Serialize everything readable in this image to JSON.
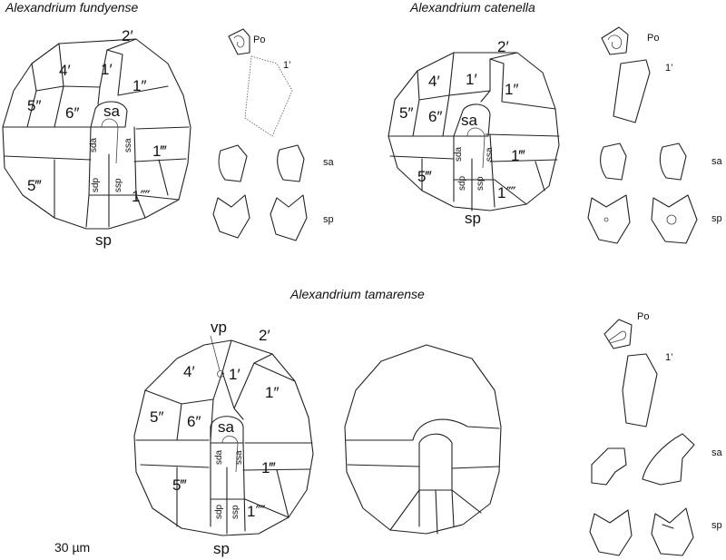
{
  "titles": {
    "fundyense": "Alexandrium fundyense",
    "catenella": "Alexandrium catenella",
    "tamarense": "Alexandrium tamarense"
  },
  "plates": {
    "p2": "2′",
    "p4": "4′",
    "p1": "1′",
    "pp1": "1″",
    "pp5": "5″",
    "pp6": "6″",
    "sa": "sa",
    "sda": "sda",
    "ssa": "ssa",
    "sdp": "sdp",
    "ssp": "ssp",
    "ppp1": "1‴",
    "ppp5": "5‴",
    "pppp1": "1⁗",
    "sp": "sp",
    "vp": "vp"
  },
  "detail_labels": {
    "po": "Po",
    "one_prime": "1’",
    "sa": "sa",
    "sp": "sp"
  },
  "scale_bar": "30 µm"
}
